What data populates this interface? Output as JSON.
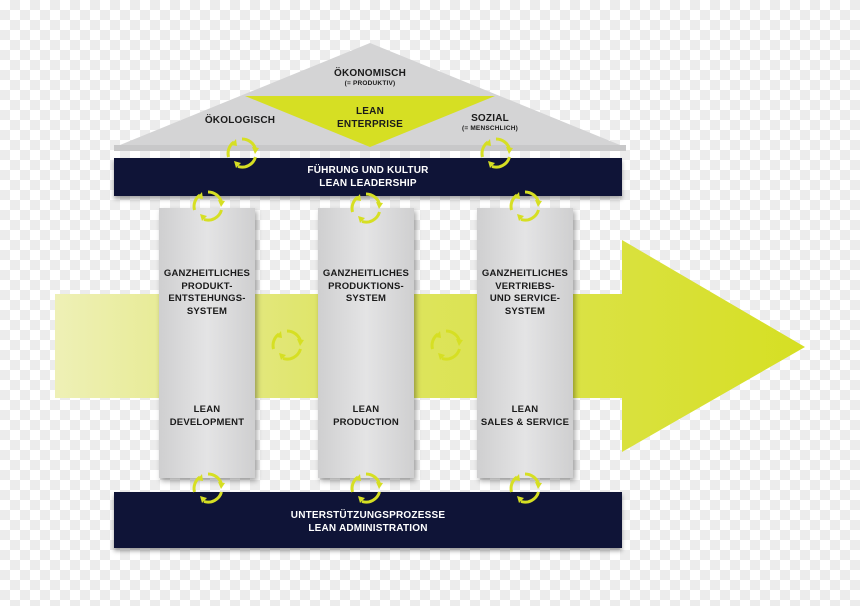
{
  "roof": {
    "top_label": "ÖKONOMISCH",
    "top_sub": "(= PRODUKTIV)",
    "left_label": "ÖKOLOGISCH",
    "right_label": "SOZIAL",
    "right_sub": "(= MENSCHLICH)",
    "center_line1": "LEAN",
    "center_line2": "ENTERPRISE"
  },
  "top_bar": {
    "line1": "FÜHRUNG UND KULTUR",
    "line2": "LEAN LEADERSHIP"
  },
  "pillars": [
    {
      "title_lines": [
        "GANZHEITLICHES",
        "PRODUKT-",
        "ENTSTEHUNGS-",
        "SYSTEM"
      ],
      "lean_lines": [
        "LEAN",
        "DEVELOPMENT"
      ]
    },
    {
      "title_lines": [
        "GANZHEITLICHES",
        "PRODUKTIONS-",
        "SYSTEM"
      ],
      "lean_lines": [
        "LEAN",
        "PRODUCTION"
      ]
    },
    {
      "title_lines": [
        "GANZHEITLICHES",
        "VERTRIEBS-",
        "UND SERVICE-",
        "SYSTEM"
      ],
      "lean_lines": [
        "LEAN",
        "SALES & SERVICE"
      ]
    }
  ],
  "bottom_bar": {
    "line1": "UNTERSTÜTZUNGSPROZESSE",
    "line2": "LEAN ADMINISTRATION"
  },
  "colors": {
    "accent_yellow": "#d6df23",
    "navy": "#0f1437",
    "roof_gray": "#d4d4d5",
    "pillar_gray": "#dcdcdd"
  },
  "icons": {
    "cycle": "cycle-arrows-icon",
    "arrow": "right-arrow-icon"
  }
}
